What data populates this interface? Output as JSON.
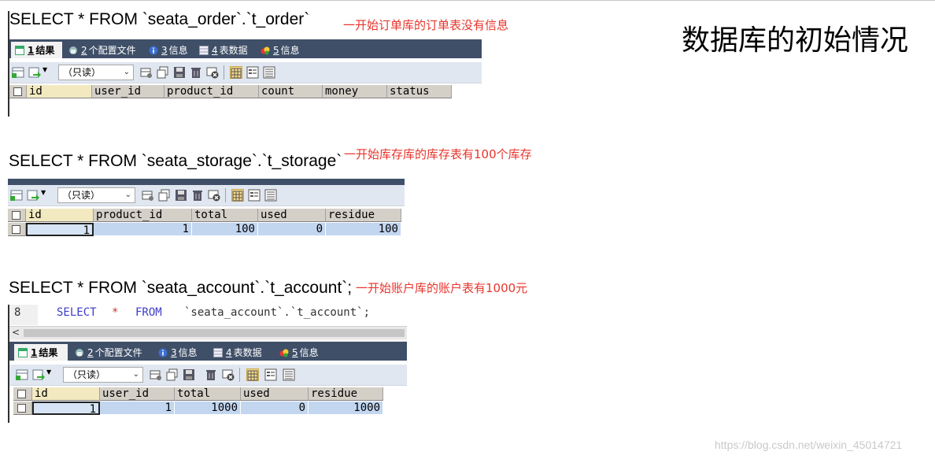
{
  "page_title": "数据库的初始情况",
  "watermark": "https://blog.csdn.net/weixin_45014721",
  "sections": {
    "order": {
      "sql": "SELECT *  FROM  `seata_order`.`t_order`",
      "note": "一开始订单库的订单表没有信息",
      "tabs": [
        {
          "num": "1",
          "label": "结果",
          "icon": "grid-result-icon"
        },
        {
          "num": "2",
          "label": "个配置文件",
          "icon": "profile-icon"
        },
        {
          "num": "3",
          "label": "信息",
          "icon": "info-icon"
        },
        {
          "num": "4",
          "label": "表数据",
          "icon": "table-data-icon"
        },
        {
          "num": "5",
          "label": "信息",
          "icon": "info-multi-icon"
        }
      ],
      "readonly_option": "（只读）",
      "columns": [
        "id",
        "user_id",
        "product_id",
        "count",
        "money",
        "status"
      ],
      "rows": []
    },
    "storage": {
      "sql": "SELECT * FROM `seata_storage`.`t_storage`",
      "note": "一开始库存库的库存表有100个库存",
      "readonly_option": "（只读）",
      "columns": [
        "id",
        "product_id",
        "total",
        "used",
        "residue"
      ],
      "rows": [
        [
          "1",
          "1",
          "100",
          "0",
          "100"
        ]
      ]
    },
    "account": {
      "sql": "SELECT *  FROM  `seata_account`.`t_account`;",
      "note": "一开始账户库的账户表有1000元",
      "editor_line_no": "8",
      "editor_kw_select": "SELECT",
      "editor_star": "*",
      "editor_kw_from": "FROM",
      "editor_rest": "`seata_account`.`t_account`;",
      "scroll_left": "<",
      "tabs": [
        {
          "num": "1",
          "label": "结果",
          "icon": "grid-result-icon"
        },
        {
          "num": "2",
          "label": "个配置文件",
          "icon": "profile-icon"
        },
        {
          "num": "3",
          "label": "信息",
          "icon": "info-icon"
        },
        {
          "num": "4",
          "label": "表数据",
          "icon": "table-data-icon"
        },
        {
          "num": "5",
          "label": "信息",
          "icon": "info-multi-icon"
        }
      ],
      "readonly_option": "（只读）",
      "columns": [
        "id",
        "user_id",
        "total",
        "used",
        "residue"
      ],
      "rows": [
        [
          "1",
          "1",
          "1000",
          "0",
          "1000"
        ]
      ]
    }
  }
}
